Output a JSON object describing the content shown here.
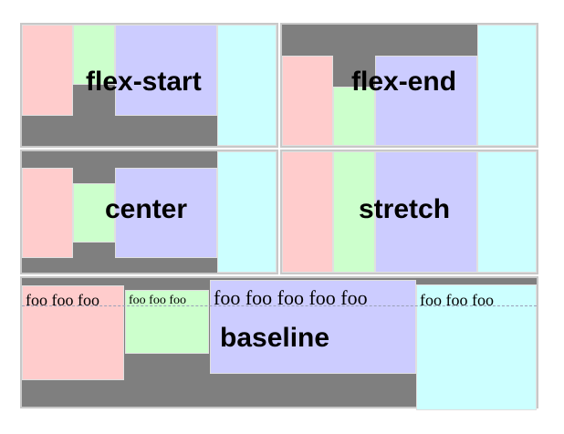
{
  "panels": {
    "flex_start": {
      "label": "flex-start"
    },
    "flex_end": {
      "label": "flex-end"
    },
    "center": {
      "label": "center"
    },
    "stretch": {
      "label": "stretch"
    },
    "baseline": {
      "label": "baseline",
      "box1_text": "foo foo foo",
      "box2_text": "foo foo foo",
      "box3_text": "foo foo foo foo foo",
      "box4_text": "foo foo foo"
    }
  },
  "colors": {
    "panel_bg": "#7f7f7f",
    "pink": "#ffcccc",
    "green": "#ccffcc",
    "blue": "#ccccff",
    "cyan": "#ccffff"
  }
}
